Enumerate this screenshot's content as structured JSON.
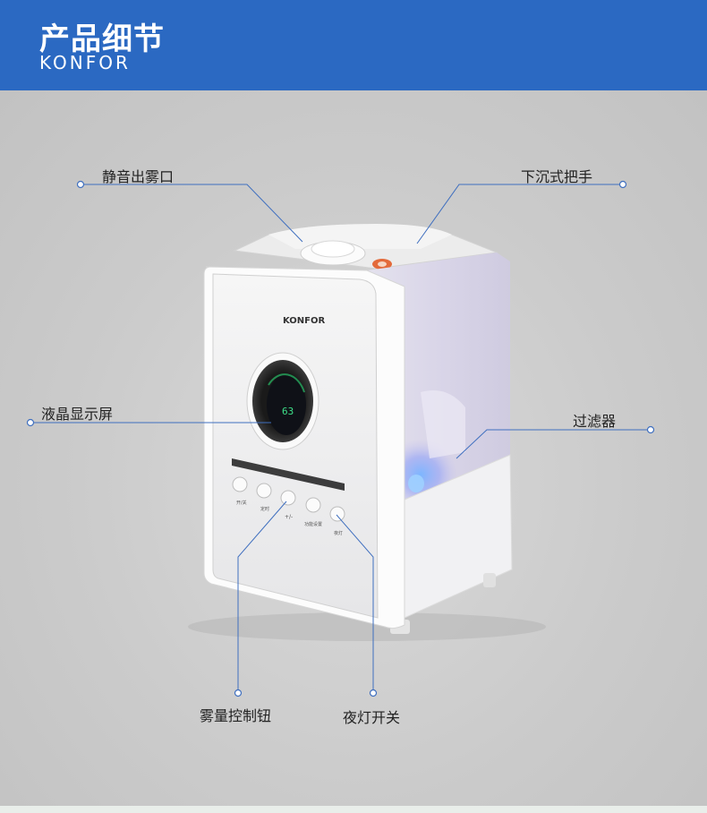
{
  "header": {
    "title": "产品细节",
    "subtitle": "KONFOR"
  },
  "device": {
    "brand": "KONFOR",
    "display_value": "63",
    "buttons": [
      {
        "id": "power",
        "label": "开/关"
      },
      {
        "id": "timer",
        "label": "定时"
      },
      {
        "id": "plusminus",
        "label": "+/-"
      },
      {
        "id": "function",
        "label": "功能设置"
      },
      {
        "id": "nightlight",
        "label": "夜灯"
      }
    ]
  },
  "callouts": {
    "mist_outlet": "静音出雾口",
    "handle": "下沉式把手",
    "lcd": "液晶显示屏",
    "filter": "过滤器",
    "mist_control": "雾量控制钮",
    "night_light": "夜灯开关"
  },
  "colors": {
    "header_bg": "#2b69c2",
    "callout_line": "#3f6fbf",
    "lcd_green": "#3ee08a"
  }
}
